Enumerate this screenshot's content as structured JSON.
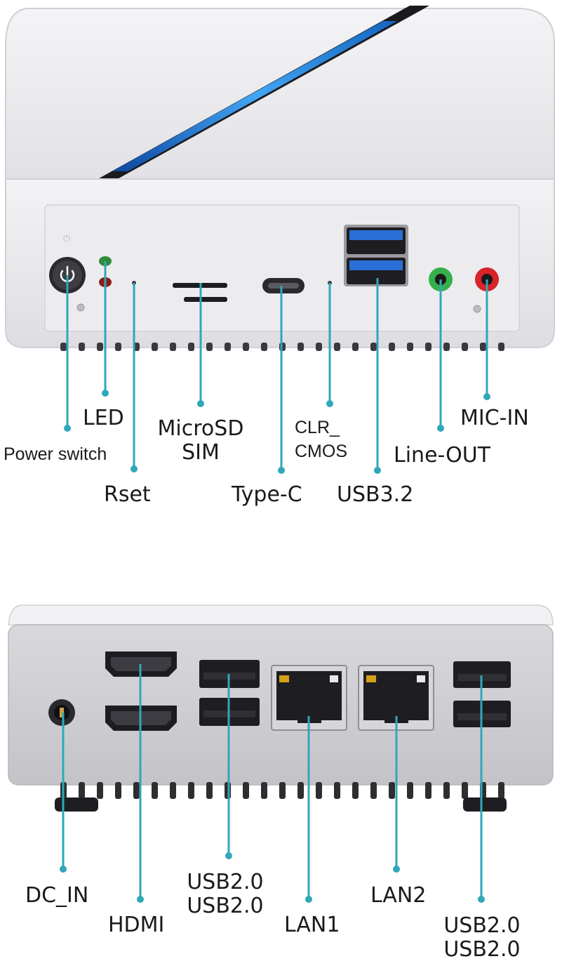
{
  "front_panel": {
    "labels": {
      "led": "LED",
      "power_switch": "Power switch",
      "rset": "Rset",
      "microsd": "MicroSD",
      "sim": "SIM",
      "type_c": "Type-C",
      "clr_line1": "CLR_",
      "clr_line2": "CMOS",
      "usb32": "USB3.2",
      "line_out": "Line-OUT",
      "mic_in": "MIC-IN"
    }
  },
  "rear_panel": {
    "labels": {
      "dc_in": "DC_IN",
      "hdmi": "HDMI",
      "usb_mid_1": "USB2.0",
      "usb_mid_2": "USB2.0",
      "lan1": "LAN1",
      "lan2": "LAN2",
      "usb_right_1": "USB2.0",
      "usb_right_2": "USB2.0"
    }
  },
  "colors": {
    "callout": "#2fa8b8",
    "accent_light": "#1e88e5",
    "chassis": "#e9e9ec",
    "line_out_port": "#35b04a",
    "mic_in_port": "#d8232a",
    "usb3_blue": "#2a6fd6"
  }
}
